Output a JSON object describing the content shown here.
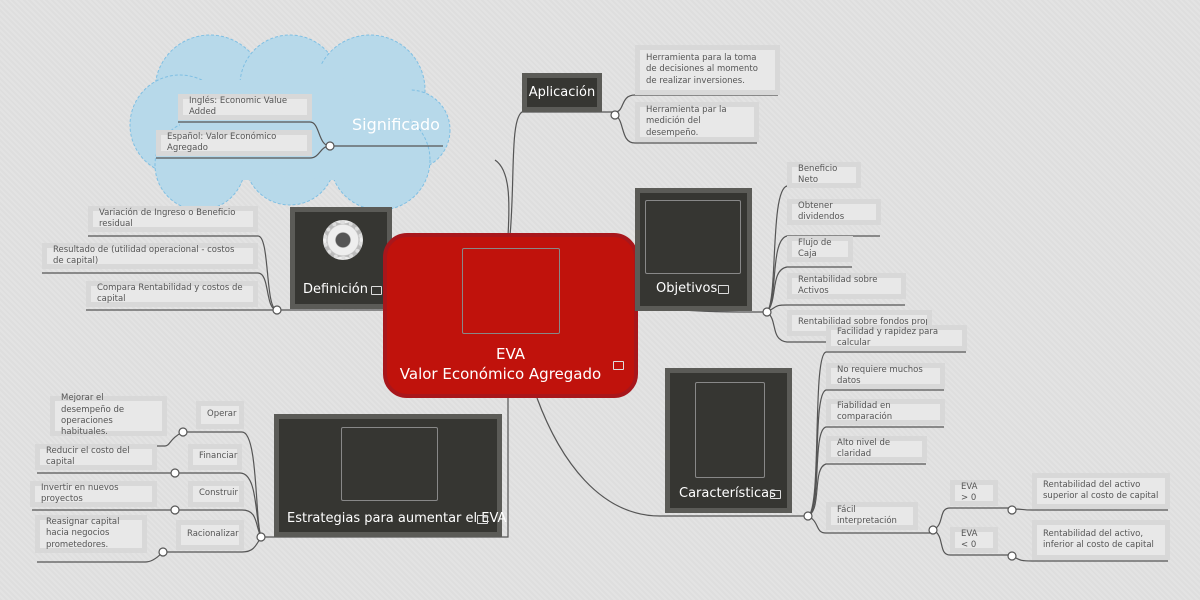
{
  "central": {
    "title": "EVA",
    "subtitle": "Valor Económico Agregado",
    "color": "#c0120c"
  },
  "significado": {
    "title": "Significado",
    "items": [
      "Inglés: Economic Value Added",
      "Español: Valor Económico Agregado"
    ]
  },
  "definicion": {
    "title": "Definición",
    "items": [
      "Variación de Ingreso o Beneficio residual",
      "Resultado de (utilidad operacional - costos de capital)",
      "Compara Rentabilidad y costos de capital"
    ]
  },
  "aplicacion": {
    "title": "Aplicación",
    "items": [
      "Herramienta para la toma de decisiones al momento de realizar inversiones.",
      "Herramienta par la medición del desempeño."
    ]
  },
  "objetivos": {
    "title": "Objetivos",
    "items": [
      "Beneficio Neto",
      "Obtener dividendos",
      "Flujo de Caja",
      "Rentabilidad sobre Activos",
      "Rentabilidad sobre fondos propios"
    ]
  },
  "caracteristicas": {
    "title": "Características",
    "items": [
      "Facilidad y rapidez para calcular",
      "No requiere muchos datos",
      "Fiabilidad en comparación",
      "Alto nivel de claridad",
      "Fácil interpretación"
    ],
    "interp": [
      {
        "label": "EVA > 0",
        "desc": "Rentabilidad del activo superior al costo de capital"
      },
      {
        "label": "EVA < 0",
        "desc": "Rentabilidad del activo, inferior al costo de capital"
      }
    ]
  },
  "estrategias": {
    "title": "Estrategias para aumentar el EVA",
    "items": [
      {
        "label": "Operar",
        "desc": "Mejorar el desempeño de operaciones habituales."
      },
      {
        "label": "Financiar",
        "desc": "Reducir el costo del capital"
      },
      {
        "label": "Construir",
        "desc": "Invertir en nuevos proyectos"
      },
      {
        "label": "Racionalizar",
        "desc": "Reasignar capital hacia negocios prometedores."
      }
    ]
  }
}
